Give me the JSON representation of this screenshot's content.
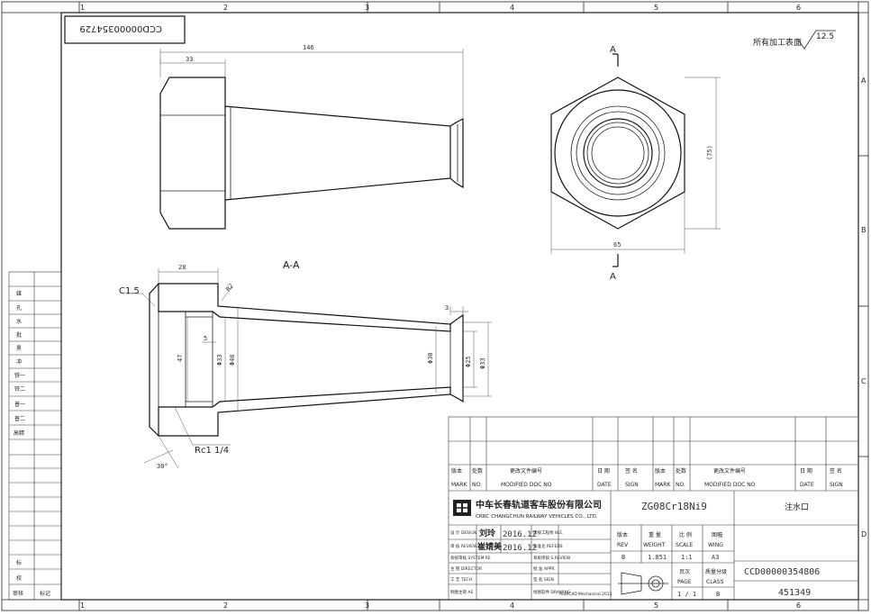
{
  "frame": {
    "columns": [
      "1",
      "2",
      "3",
      "4",
      "5",
      "6"
    ],
    "rows": [
      "A",
      "B",
      "C",
      "D"
    ]
  },
  "stamp_code_rotated": "CCD00000354729",
  "surface_note": "所有加工表面",
  "roughness": "12.5",
  "section_label": "A-A",
  "cut_letter_top": "A",
  "cut_letter_bottom": "A",
  "dims": {
    "top_len_33": "33",
    "top_len_146": "146",
    "hex_75": "(75)",
    "hex_65": "65",
    "sec_28": "28",
    "sec_c15": "C1.5",
    "sec_r2": "R2",
    "sec_47": "47",
    "sec_5": "5",
    "sec_d33a": "Φ33",
    "sec_d46": "Φ46",
    "sec_d30": "Φ30",
    "sec_3": "3",
    "sec_d25": "Φ25",
    "sec_d33b": "Φ33",
    "sec_thread": "Rc1 1/4",
    "sec_angle": "30°"
  },
  "left_table": [
    "媒",
    "孔",
    "水",
    "批",
    "黑",
    "冲",
    "铁一",
    "铁二",
    "普一",
    "普二",
    "高精"
  ],
  "left_bottom": [
    "标",
    "校",
    "审核",
    "标记"
  ],
  "title_block": {
    "rev_header": [
      {
        "cn": "版本",
        "en": "MARK"
      },
      {
        "cn": "处数",
        "en": "NO."
      },
      {
        "cn": "更改文件编号",
        "en": "MODIFIED DOC NO"
      },
      {
        "cn": "日 期",
        "en": "DATE"
      },
      {
        "cn": "签 名",
        "en": "SIGN"
      },
      {
        "cn": "版本",
        "en": "MARK"
      },
      {
        "cn": "处数",
        "en": "NO."
      },
      {
        "cn": "更改文件编号",
        "en": "MODIFIED DOC NO"
      },
      {
        "cn": "日 期",
        "en": "DATE"
      },
      {
        "cn": "签 名",
        "en": "SIGN"
      }
    ],
    "company_cn": "中车长春轨道客车股份有限公司",
    "company_en": "CRRC CHANGCHUN RAILWAY VEHICLES CO., LTD.",
    "material": "ZG08Cr18Ni9",
    "part_name": "注水口",
    "design_label": "设 计 DESIGN",
    "design_name": "刘玲",
    "design_date": "2016.12",
    "review_label": "审 核 REVIEW",
    "review_name": "崔婧美",
    "review_date": "2016.12",
    "sys_label": "系统审核 SYSTEM RE",
    "director_label": "主 管 DIRECTOR",
    "tech_label": "工 艺 TECH",
    "ae_label": "制图主管 AE",
    "we_label": "焊接工程师 W.E.",
    "refeds_label": "标准化 REFEDS",
    "sreview_label": "系统审核 S.REVIEW",
    "appr_label": "批 准 APPR.",
    "sign_label": "签 名 SIGN",
    "drawing_label": "绘图软件 DRAWING",
    "software": "AutoCAD Mechanical 2013",
    "rev_label": {
      "cn": "版本",
      "en": "REV"
    },
    "weight_label": {
      "cn": "重 量",
      "en": "WEIGHT"
    },
    "scale_label": {
      "cn": "比 例",
      "en": "SCALE"
    },
    "wing_label": {
      "cn": "图幅",
      "en": "WING"
    },
    "rev_val": "B",
    "weight_val": "1.851",
    "scale_val": "1:1",
    "wing_val": "A3",
    "page_label": {
      "cn": "页次",
      "en": "PAGE"
    },
    "class_label": {
      "cn": "质量分级",
      "en": "CLASS"
    },
    "page_val": "1 / 1",
    "class_val": "B",
    "doc_no": "CCD00000354806",
    "part_no": "451349"
  }
}
